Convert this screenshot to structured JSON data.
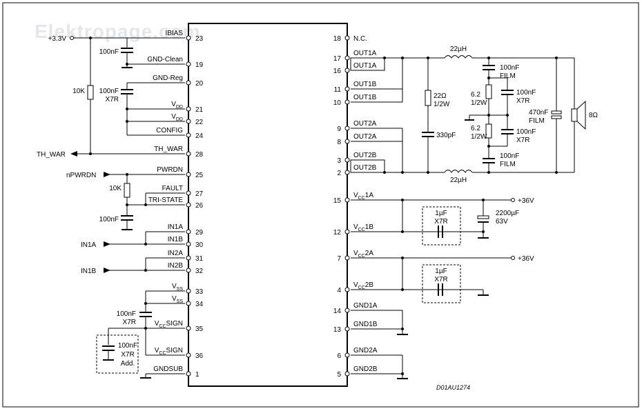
{
  "watermark": "Elektropage.com",
  "reference": "D01AU1274",
  "left_pins": [
    {
      "num": "23",
      "label": "IBIAS"
    },
    {
      "num": "19",
      "label": "GND-Clean"
    },
    {
      "num": "20",
      "label": "GND-Reg"
    },
    {
      "num": "21",
      "label": "V",
      "sub": "DD"
    },
    {
      "num": "22",
      "label": "V",
      "sub": "DD"
    },
    {
      "num": "24",
      "label": "CONFIG"
    },
    {
      "num": "28",
      "label": "TH_WAR"
    },
    {
      "num": "25",
      "label": "PWRDN"
    },
    {
      "num": "27",
      "label": "FAULT"
    },
    {
      "num": "26",
      "label": "TRI-STATE"
    },
    {
      "num": "29",
      "label": "IN1A"
    },
    {
      "num": "30",
      "label": "IN1B"
    },
    {
      "num": "31",
      "label": "IN2A"
    },
    {
      "num": "32",
      "label": "IN2B"
    },
    {
      "num": "33",
      "label": "V",
      "sub": "SS"
    },
    {
      "num": "34",
      "label": "V",
      "sub": "SS"
    },
    {
      "num": "35",
      "label": "V",
      "sub": "CC",
      "post": "SIGN"
    },
    {
      "num": "36",
      "label": "V",
      "sub": "CC",
      "post": "SIGN"
    },
    {
      "num": "1",
      "label": "GNDSUB"
    }
  ],
  "right_pins": [
    {
      "num": "18",
      "label": "N.C."
    },
    {
      "num": "17",
      "label": "OUT1A"
    },
    {
      "num": "16",
      "label": "OUT1A"
    },
    {
      "num": "11",
      "label": "OUT1B"
    },
    {
      "num": "10",
      "label": "OUT1B"
    },
    {
      "num": "9",
      "label": "OUT2A"
    },
    {
      "num": "8",
      "label": "OUT2A"
    },
    {
      "num": "3",
      "label": "OUT2B"
    },
    {
      "num": "2",
      "label": "OUT2B"
    },
    {
      "num": "15",
      "label": "V",
      "sub": "CC",
      "post": "1A"
    },
    {
      "num": "12",
      "label": "V",
      "sub": "CC",
      "post": "1B"
    },
    {
      "num": "7",
      "label": "V",
      "sub": "CC",
      "post": "2A"
    },
    {
      "num": "4",
      "label": "V",
      "sub": "CC",
      "post": "2B"
    },
    {
      "num": "14",
      "label": "GND1A"
    },
    {
      "num": "13",
      "label": "GND1B"
    },
    {
      "num": "6",
      "label": "GND2A"
    },
    {
      "num": "5",
      "label": "GND2B"
    }
  ],
  "nets": {
    "supply_low": "+3.3V",
    "th_war": "TH_WAR",
    "npwrdn": "nPWRDN",
    "in1a": "IN1A",
    "in1b": "IN1B",
    "supply_high_1": "+36V",
    "supply_high_2": "+36V"
  },
  "components": {
    "c_ibias": [
      "100nF"
    ],
    "r_thwar": [
      "10K"
    ],
    "c_vdd": [
      "100nF",
      "X7R"
    ],
    "r_fault": [
      "10K"
    ],
    "c_tristate": [
      "100nF"
    ],
    "c_vccsign": [
      "100nF",
      "X7R"
    ],
    "c_add": [
      "100nF",
      "X7R",
      "Add."
    ],
    "ind_top": [
      "22µH"
    ],
    "ind_bot": [
      "22µH"
    ],
    "r_snub": [
      "22Ω",
      "1/2W"
    ],
    "c_snub": [
      "330pF"
    ],
    "c_film_top": [
      "100nF",
      "FILM"
    ],
    "r_top": [
      "6.2",
      "1/2W"
    ],
    "c_x7r_top": [
      "100nF",
      "X7R"
    ],
    "r_bot": [
      "6.2",
      "1/2W"
    ],
    "c_x7r_bot": [
      "100nF",
      "X7R"
    ],
    "c_film_bot": [
      "100nF",
      "FILM"
    ],
    "c_film_out": [
      "470nF",
      "FILM"
    ],
    "speaker": [
      "8Ω"
    ],
    "c_1uf_a": [
      "1µF",
      "X7R"
    ],
    "c_bulk": [
      "2200µF",
      "63V"
    ],
    "c_1uf_b": [
      "1µF",
      "X7R"
    ]
  }
}
